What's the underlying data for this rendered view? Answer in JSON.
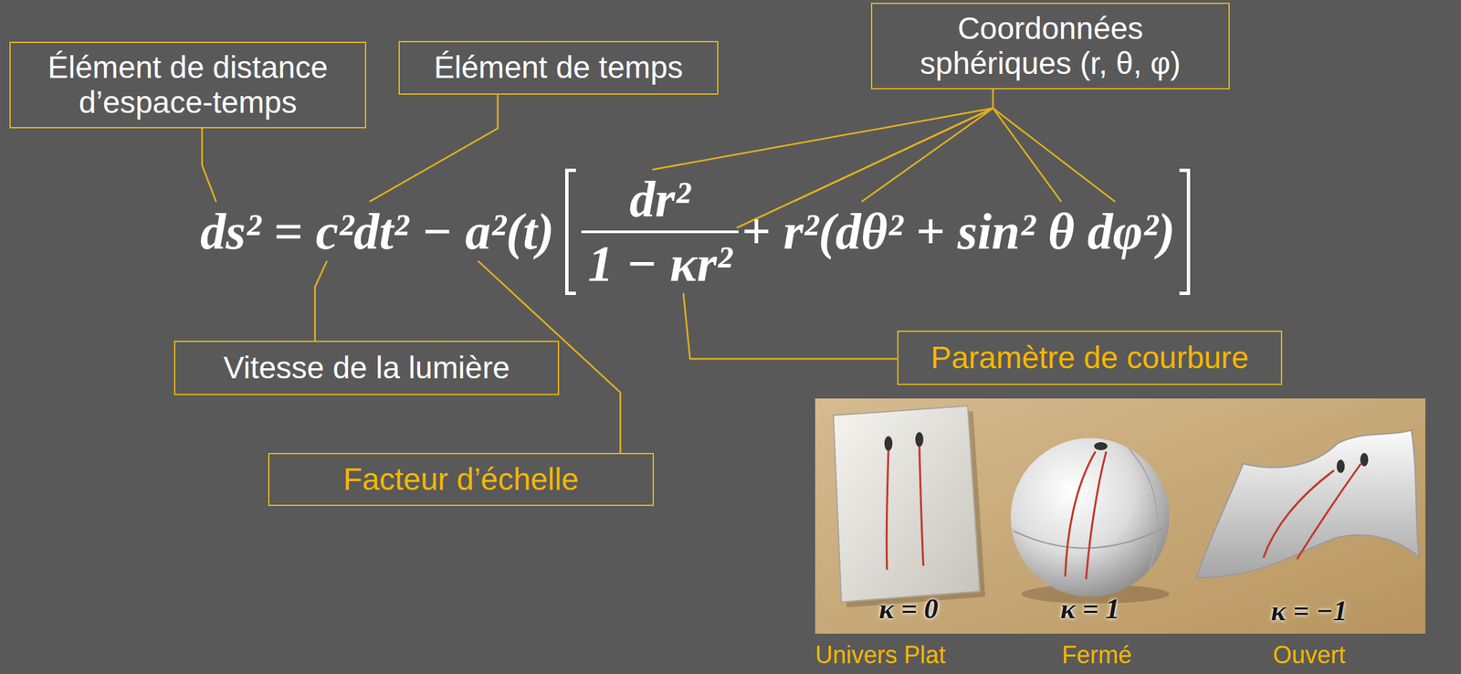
{
  "diagram": {
    "nodes": [
      {
        "text": [
          "Élément de distance d’espace-temps"
        ]
      },
      {
        "text": [
          "Élément de temps"
        ]
      },
      {
        "text": [
          "Coordonnées sphériques (r, θ, φ)"
        ]
      },
      {
        "text": [
          "Vitesse de la lumière"
        ]
      },
      {
        "text": [
          "Paramètre de courbure"
        ]
      },
      {
        "text": [
          "Facteur d’échelle"
        ]
      }
    ],
    "labels": [
      "ds² = c²dt² − a²(t)",
      "dr²",
      "1 − κr²",
      "+ r²(dθ² + sin² θ dφ²)",
      "κ = 0",
      "κ = 1",
      "κ = −1",
      "Univers Plat",
      "Fermé",
      "Ouvert"
    ]
  }
}
